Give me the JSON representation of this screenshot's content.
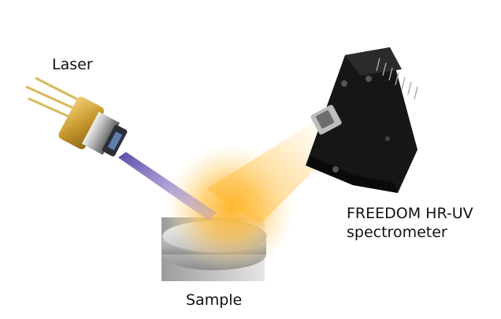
{
  "labels": {
    "laser": "Laser",
    "spectrometer_line1": "FREEDOM HR-UV",
    "spectrometer_line2": "spectrometer",
    "sample": "Sample"
  },
  "colors": {
    "background": "#ffffff",
    "beam": "#7a5fc0",
    "emission_glow": "#ffb733",
    "laser_body": "#c9a23a",
    "spectrometer_body": "#161616",
    "sample_disc": "#d4d4d4",
    "text": "#111111"
  }
}
